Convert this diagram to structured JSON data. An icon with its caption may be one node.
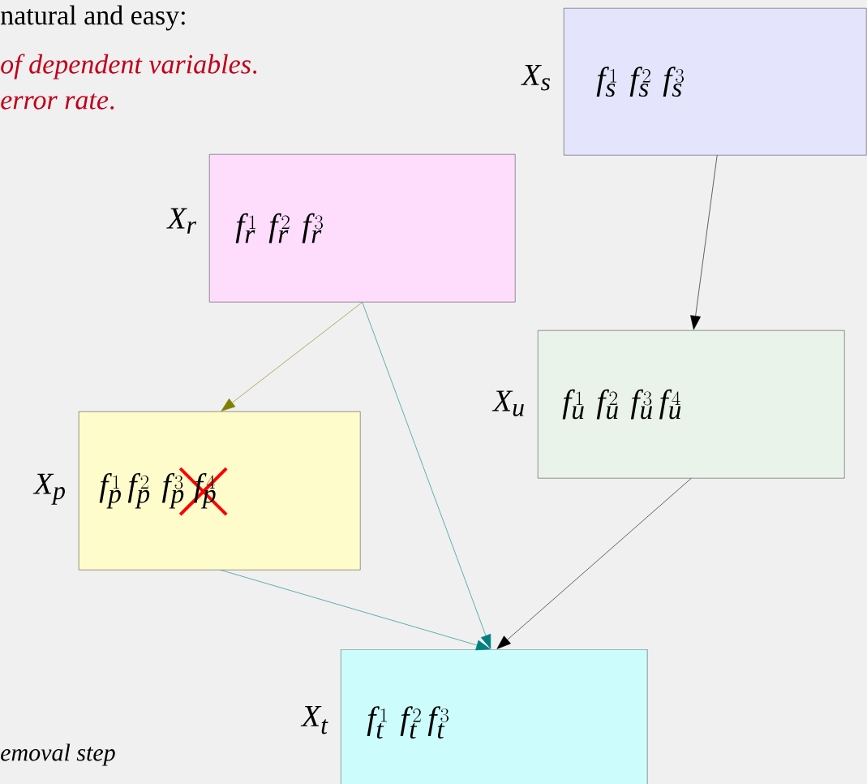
{
  "diagram": {
    "nodes": [
      {
        "text": [
          "f_s^{\\,1}\\;\\;f_s^{\\,2}\\;\\;f_s^{\\,3}"
        ],
        "beside": [
          "X_s"
        ]
      },
      {
        "text": [
          "f_r^{\\,1}\\;\\;f_r^{\\,2}\\;\\;f_r^{\\,3}"
        ],
        "beside": [
          "X_r"
        ]
      },
      {
        "text": [
          "f_u^{\\,1}\\;\\;f_u^{\\,2}\\;\\;f_u^{\\,3}\\;f_u^{\\,4}"
        ],
        "beside": [
          "X_u"
        ]
      },
      {
        "text": [
          "f_p^{\\,1}\\;f_p^{\\,2}\\;\\;f_p^{\\,3}",
          "f_p^{\\,4}"
        ],
        "beside": [
          "X_p"
        ]
      },
      {
        "text": [
          "f_t^{\\,1}\\;\\;f_t^{\\,2}\\;f_t^{\\,3}"
        ],
        "beside": [
          "X_t"
        ]
      }
    ],
    "edges": [
      {
        "from": 0,
        "to": 2,
        "arrow": "to"
      },
      {
        "from": 1,
        "to": 3,
        "arrow": "to",
        "color": "#808000"
      },
      {
        "from": 1,
        "to": 4,
        "arrow": "to",
        "color": "#008080"
      },
      {
        "from": 3,
        "to": 4,
        "arrow": "to",
        "color": "#008080"
      },
      {
        "from": 2,
        "to": 4,
        "arrow": "to"
      }
    ],
    "labels": [
      "natural and easy:",
      "*of dependent variables*.",
      "*error rate*.",
      "*emoval step*"
    ]
  }
}
